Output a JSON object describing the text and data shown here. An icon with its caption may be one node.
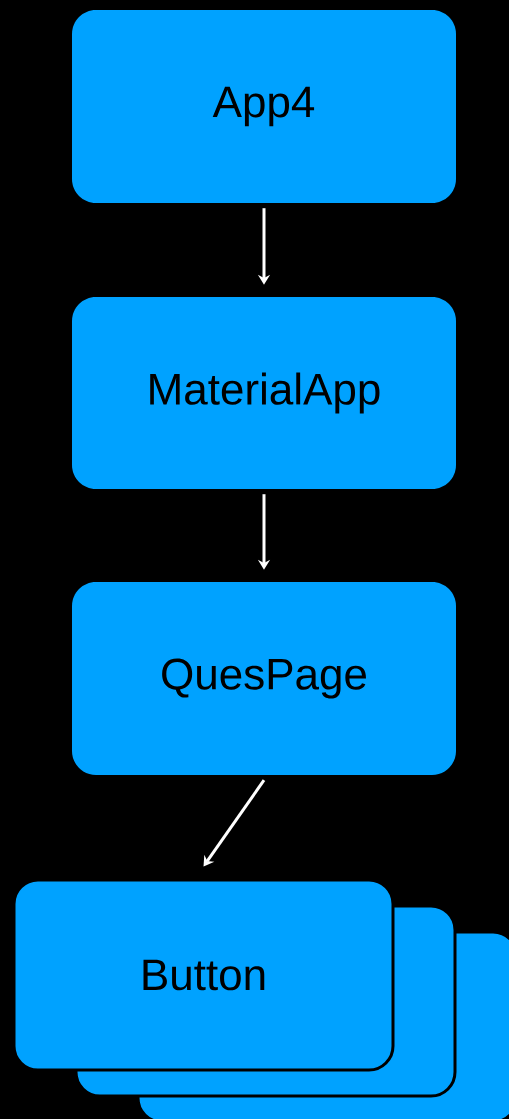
{
  "diagram": {
    "nodes": [
      {
        "text": [
          "App4"
        ]
      },
      {
        "text": [
          "MaterialApp"
        ]
      },
      {
        "text": [
          "QuesPage"
        ]
      },
      {
        "text": [
          "Button"
        ]
      }
    ],
    "edges": [
      {
        "from": 0,
        "to": 1,
        "arrow": "to"
      },
      {
        "from": 1,
        "to": 2,
        "arrow": "to"
      },
      {
        "from": 2,
        "to": 3,
        "arrow": "to"
      }
    ]
  }
}
